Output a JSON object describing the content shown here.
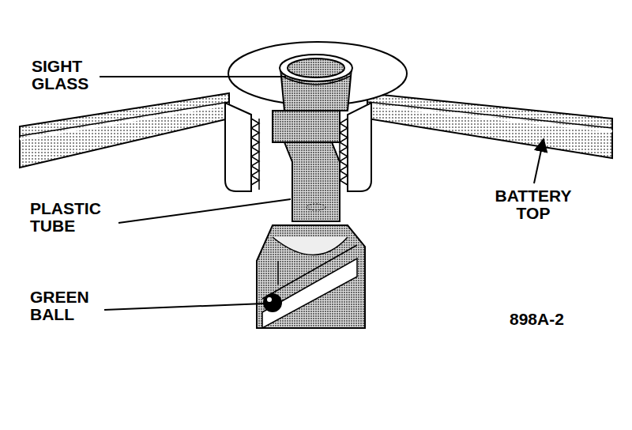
{
  "diagram": {
    "labels": [
      "SIGHT GLASS",
      "PLASTIC TUBE",
      "GREEN BALL",
      "898A-2",
      "BATTERY TOP"
    ]
  }
}
